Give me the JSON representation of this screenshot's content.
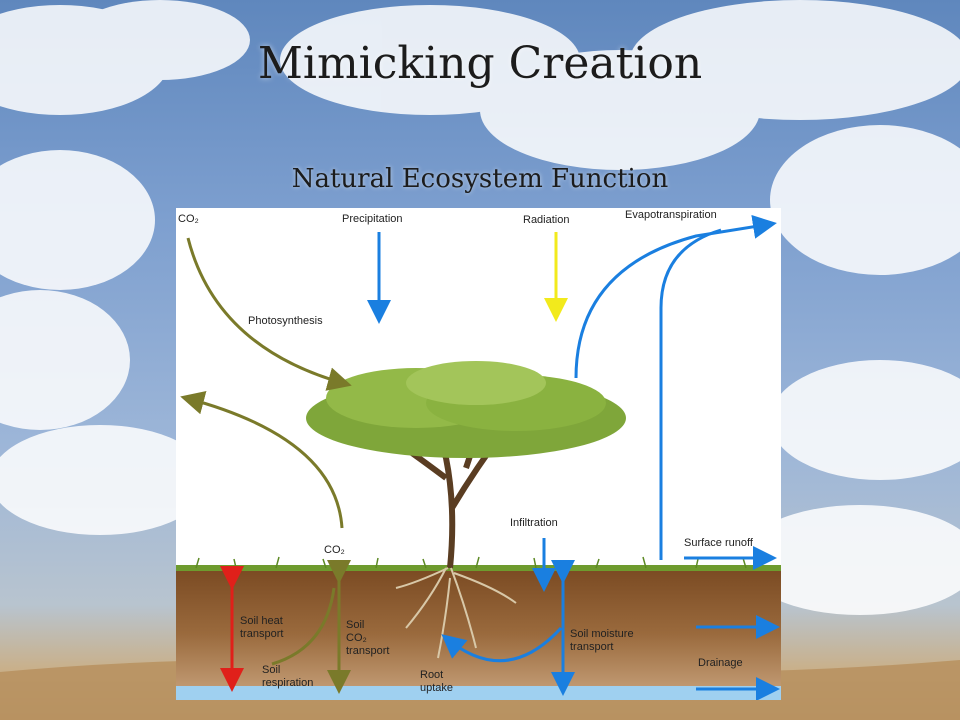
{
  "slide": {
    "title": "Mimicking Creation",
    "subtitle": "Natural Ecosystem Function"
  },
  "diagram": {
    "labels": {
      "co2_top": "CO₂",
      "precipitation": "Precipitation",
      "radiation": "Radiation",
      "evapotranspiration": "Evapotranspiration",
      "photosynthesis": "Photosynthesis",
      "co2_soil": "CO₂",
      "infiltration": "Infiltration",
      "surface_runoff": "Surface runoff",
      "soil_heat_line1": "Soil heat",
      "soil_heat_line2": "transport",
      "soil_co2_line1": "Soil",
      "soil_co2_line2": "CO₂",
      "soil_co2_line3": "transport",
      "soil_resp_line1": "Soil",
      "soil_resp_line2": "respiration",
      "root_line1": "Root",
      "root_line2": "uptake",
      "moisture_line1": "Soil moisture",
      "moisture_line2": "transport",
      "drainage": "Drainage"
    },
    "colors": {
      "water": "#1a7fe0",
      "carbon": "#7a7a2a",
      "radiation": "#f2ea1c",
      "heat": "#e0201a",
      "soil": "#8b5a2b"
    }
  }
}
